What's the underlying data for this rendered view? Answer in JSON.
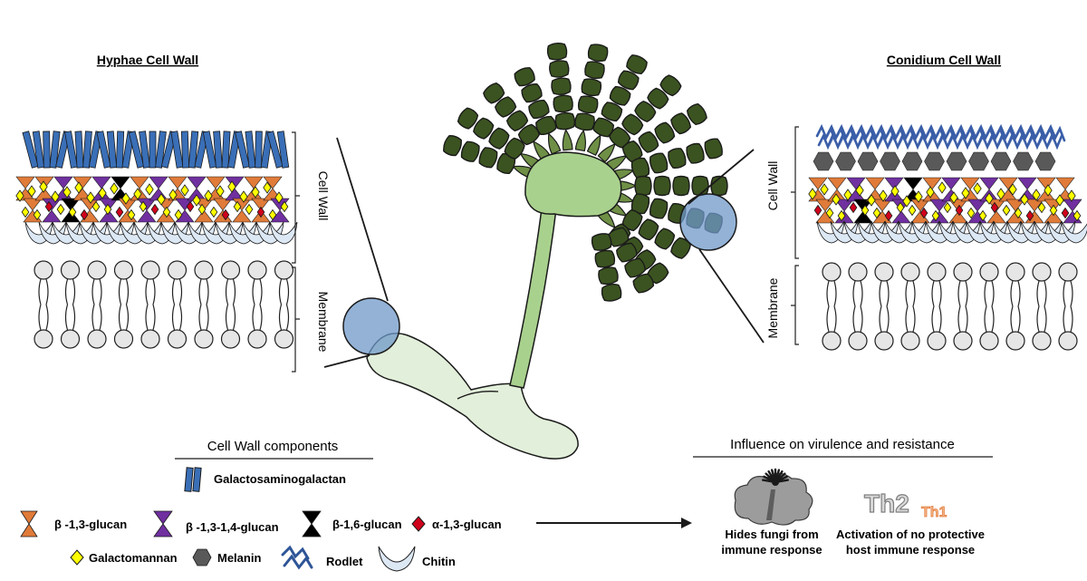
{
  "titles": {
    "hyphae": "Hyphae Cell Wall",
    "conidium": "Conidium Cell Wall"
  },
  "labels": {
    "cell_wall": "Cell Wall",
    "membrane": "Membrane"
  },
  "components": {
    "heading": "Cell Wall components",
    "galactosaminogalactan": "Galactosaminogalactan",
    "b13glucan": "β -1,3-glucan",
    "b1314glucan": "β -1,3-1,4-glucan",
    "b16glucan": "β-1,6-glucan",
    "a13glucan": "α-1,3-glucan",
    "galactomannan": "Galactomannan",
    "melanin": "Melanin",
    "rodlet": "Rodlet",
    "chitin": "Chitin"
  },
  "influence": {
    "heading": "Influence on virulence and resistance",
    "hides_line1": "Hides fungi from",
    "hides_line2": "immune response",
    "activation_line1": "Activation of no protective",
    "activation_line2": "host immune response",
    "th2": "Th2",
    "th1": "Th1"
  },
  "colors": {
    "orange": "#e07b39",
    "purple": "#7030a0",
    "blue_rod": "#3a6fb7",
    "red_diamond": "#d0021b",
    "yellow_diamond": "#ffff00",
    "melanin": "#595959",
    "chitin": "#dde8f5",
    "dark_green": "#3b5320",
    "light_green": "#a9d18e",
    "pale_green": "#e2efda",
    "circle_blue": "#6f98c8"
  }
}
